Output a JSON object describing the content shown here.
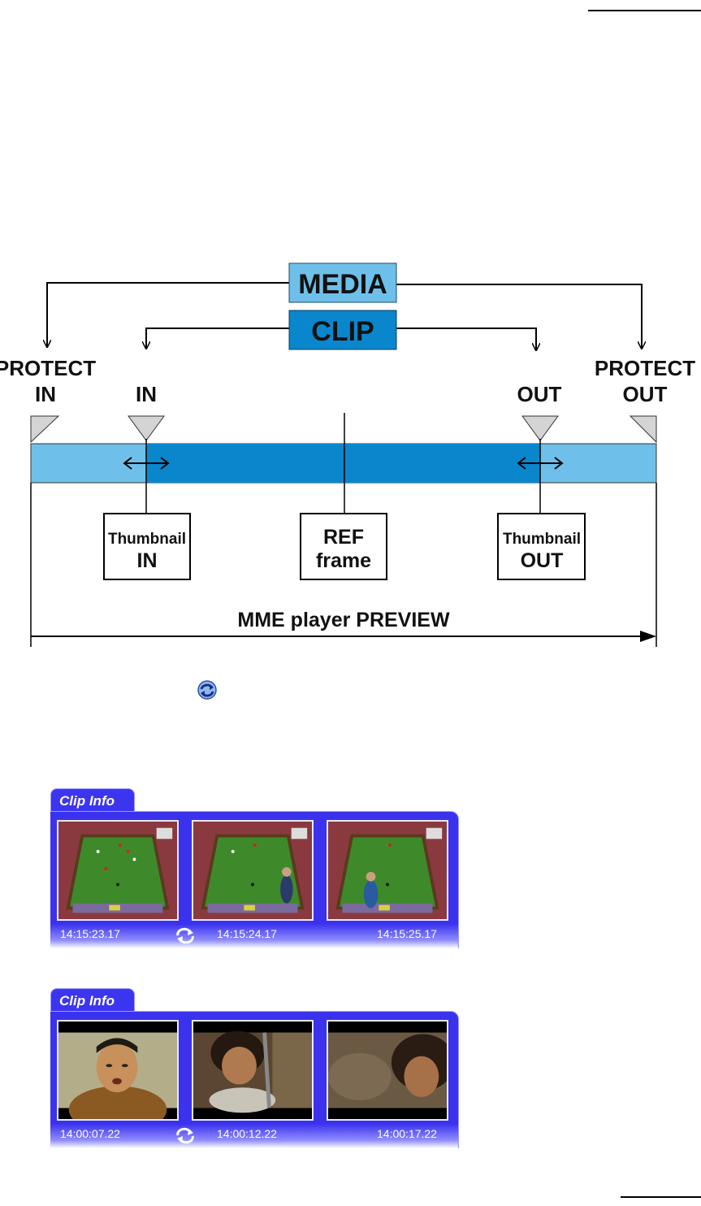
{
  "diagram": {
    "media_label": "MEDIA",
    "clip_label": "CLIP",
    "protect_in_line1": "PROTECT",
    "protect_in_line2": "IN",
    "in_label": "IN",
    "out_label": "OUT",
    "protect_out_line1": "PROTECT",
    "protect_out_line2": "OUT",
    "thumb_in_line1": "Thumbnail",
    "thumb_in_line2": "IN",
    "ref_line1": "REF",
    "ref_line2": "frame",
    "thumb_out_line1": "Thumbnail",
    "thumb_out_line2": "OUT",
    "preview_label": "MME player PREVIEW",
    "colors": {
      "media_fill": "#6ec0ea",
      "clip_fill": "#0a86cc",
      "marker_fill": "#d4d4d4"
    }
  },
  "loop_icon": "loop-arrows-icon",
  "clip_info_panels": [
    {
      "tab_label": "Clip Info",
      "thumbnails": [
        "snooker-table",
        "snooker-table-player",
        "snooker-table-player"
      ],
      "timecodes": [
        "14:15:23.17",
        "14:15:24.17",
        "14:15:25.17"
      ]
    },
    {
      "tab_label": "Clip Info",
      "thumbnails": [
        "man-portrait",
        "child-portrait",
        "child-portrait-blurred"
      ],
      "timecodes": [
        "14:00:07.22",
        "14:00:12.22",
        "14:00:17.22"
      ]
    }
  ],
  "panel_colors": {
    "panel": "#3b32ee",
    "text": "#ffffff"
  }
}
